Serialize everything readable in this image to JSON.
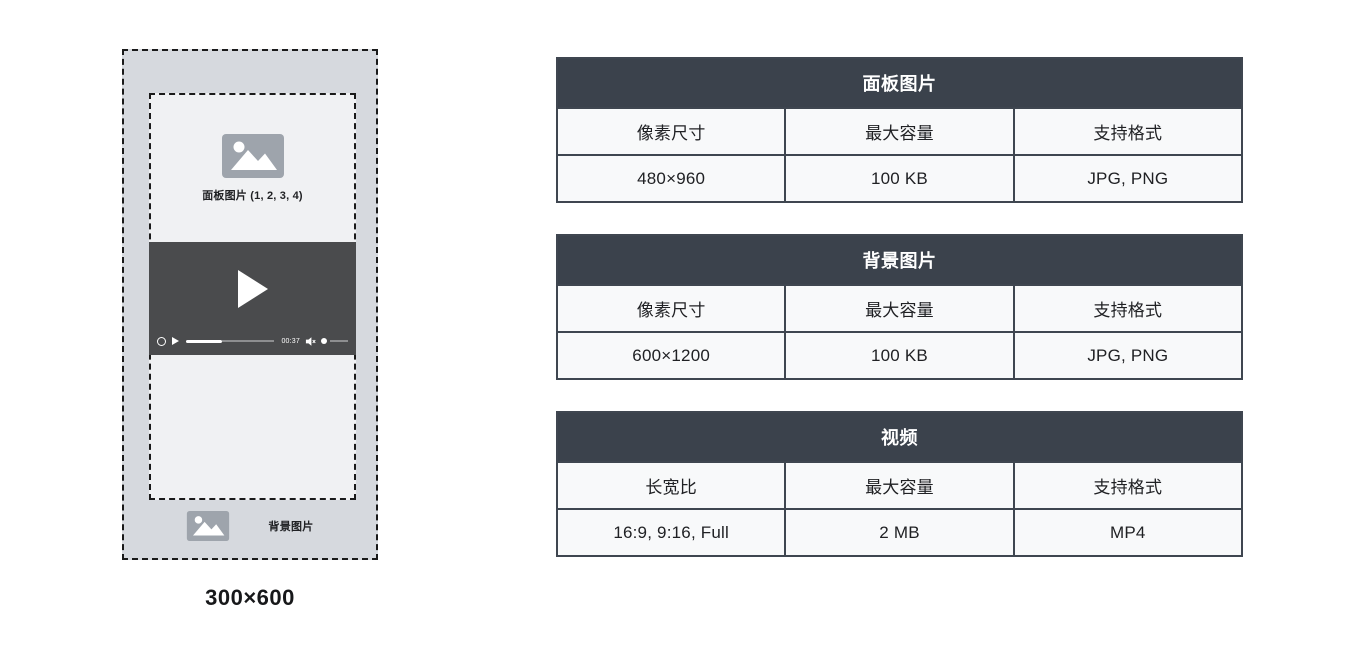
{
  "diagram": {
    "size_label": "300×600",
    "panel_label": "面板图片 (1, 2, 3, 4)",
    "background_label": "背景图片",
    "video": {
      "time": "00:37"
    },
    "icons": {
      "panel_image": "image-placeholder-icon",
      "background_image": "image-placeholder-icon",
      "video_center": "play-icon",
      "controls": [
        "replay-icon",
        "play-icon",
        "progress-bar",
        "mute-icon",
        "volume-knob"
      ]
    }
  },
  "tables": [
    {
      "title": "面板图片",
      "columns": [
        "像素尺寸",
        "最大容量",
        "支持格式"
      ],
      "values": [
        "480×960",
        "100 KB",
        "JPG, PNG"
      ]
    },
    {
      "title": "背景图片",
      "columns": [
        "像素尺寸",
        "最大容量",
        "支持格式"
      ],
      "values": [
        "600×1200",
        "100 KB",
        "JPG, PNG"
      ]
    },
    {
      "title": "视频",
      "columns": [
        "长宽比",
        "最大容量",
        "支持格式"
      ],
      "values": [
        "16:9, 9:16, Full",
        "2 MB",
        "MP4"
      ]
    }
  ],
  "colors": {
    "table_header_bg": "#3b424c",
    "table_border": "#3f4650",
    "table_row_bg": "#f8f9fa",
    "mock_outer_bg": "#d6d9de",
    "mock_inner_bg": "#f0f1f3",
    "video_bg": "#4a4b4d",
    "icon_gray": "#9ea4ac",
    "text_dark": "#202124"
  }
}
